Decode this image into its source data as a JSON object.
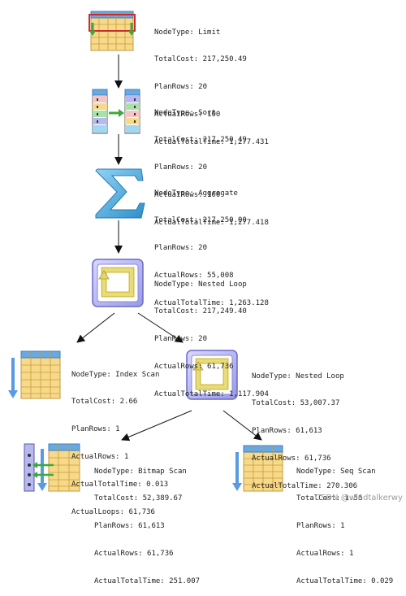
{
  "nodes": [
    {
      "id": "limit",
      "icon": "limit-icon",
      "lines": [
        "NodeType: Limit",
        "TotalCost: 217,250.49",
        "PlanRows: 20",
        "ActualRows: 100",
        "ActualTotalTime: 1,277.431"
      ]
    },
    {
      "id": "sort",
      "icon": "sort-icon",
      "lines": [
        "NodeType: Sort",
        "TotalCost: 217,250.49",
        "PlanRows: 20",
        "ActualRows: 100",
        "ActualTotalTime: 1,277.418"
      ]
    },
    {
      "id": "aggregate",
      "icon": "sigma-icon",
      "lines": [
        "NodeType: Aggregate",
        "TotalCost: 217,250.00",
        "PlanRows: 20",
        "ActualRows: 55,008",
        "ActualTotalTime: 1,263.128"
      ]
    },
    {
      "id": "nested-loop-1",
      "icon": "loop-icon",
      "lines": [
        "NodeType: Nested Loop",
        "TotalCost: 217,249.40",
        "PlanRows: 20",
        "ActualRows: 61,736",
        "ActualTotalTime: 1,117.904"
      ]
    },
    {
      "id": "index-scan",
      "icon": "index-scan-icon",
      "lines": [
        "NodeType: Index Scan",
        "TotalCost: 2.66",
        "PlanRows: 1",
        "ActualRows: 1",
        "ActualTotalTime: 0.013",
        "ActualLoops: 61,736"
      ]
    },
    {
      "id": "nested-loop-2",
      "icon": "loop-icon",
      "lines": [
        "NodeType: Nested Loop",
        "TotalCost: 53,007.37",
        "PlanRows: 61,613",
        "ActualRows: 61,736",
        "ActualTotalTime: 270.306"
      ]
    },
    {
      "id": "bitmap-scan",
      "icon": "bitmap-scan-icon",
      "lines": [
        "NodeType: Bitmap Scan",
        "TotalCost: 52,389.67",
        "PlanRows: 61,613",
        "ActualRows: 61,736",
        "ActualTotalTime: 251.007"
      ]
    },
    {
      "id": "seq-scan",
      "icon": "seq-scan-icon",
      "lines": [
        "NodeType: Seq Scan",
        "TotalCost: 1.56",
        "PlanRows: 1",
        "ActualRows: 1",
        "ActualTotalTime: 0.029"
      ]
    }
  ],
  "watermark": "CSDN @windtalkerwy",
  "colors": {
    "table_fill": "#f7d98a",
    "table_header": "#6aa8e0",
    "table_grid": "#c79a3a",
    "loop_fill": "#e4d66a",
    "loop_frame": "#8a8ad8",
    "sigma": "#45a8d8",
    "arrow_green": "#3da83d",
    "scan_arrow": "#5a9ae0"
  }
}
